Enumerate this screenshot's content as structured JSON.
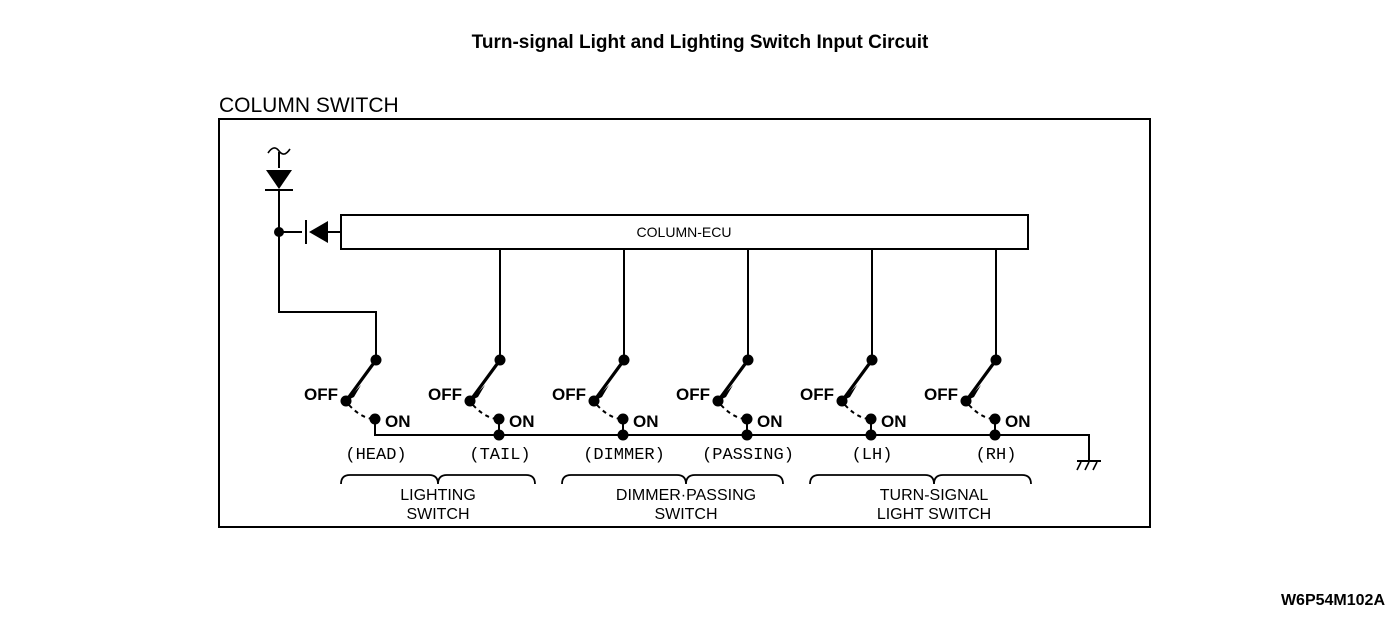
{
  "title": "Turn-signal Light and Lighting Switch Input Circuit",
  "frame_label": "COLUMN SWITCH",
  "ecu": {
    "label": "COLUMN-ECU"
  },
  "part_code": "W6P54M102A",
  "state_labels": {
    "off": "OFF",
    "on": "ON"
  },
  "switches": [
    {
      "name": "HEAD",
      "label": "(HEAD)",
      "off": "OFF",
      "on": "ON"
    },
    {
      "name": "TAIL",
      "label": "(TAIL)",
      "off": "OFF",
      "on": "ON"
    },
    {
      "name": "DIMMER",
      "label": "(DIMMER)",
      "off": "OFF",
      "on": "ON"
    },
    {
      "name": "PASSING",
      "label": "(PASSING)",
      "off": "OFF",
      "on": "ON"
    },
    {
      "name": "LH",
      "label": "(LH)",
      "off": "OFF",
      "on": "ON"
    },
    {
      "name": "RH",
      "label": "(RH)",
      "off": "OFF",
      "on": "ON"
    }
  ],
  "groups": [
    {
      "line1": "LIGHTING",
      "line2": "SWITCH"
    },
    {
      "line1": "DIMMER·PASSING",
      "line2": "SWITCH"
    },
    {
      "line1": "TURN-SIGNAL",
      "line2": "LIGHT SWITCH"
    }
  ],
  "symbols": {
    "diode_vertical": "diode-down",
    "diode_horizontal": "diode-left",
    "ground": "ground-symbol",
    "wire_break": "tilde-squiggle"
  },
  "colors": {
    "line": "#000000",
    "background": "#ffffff"
  }
}
